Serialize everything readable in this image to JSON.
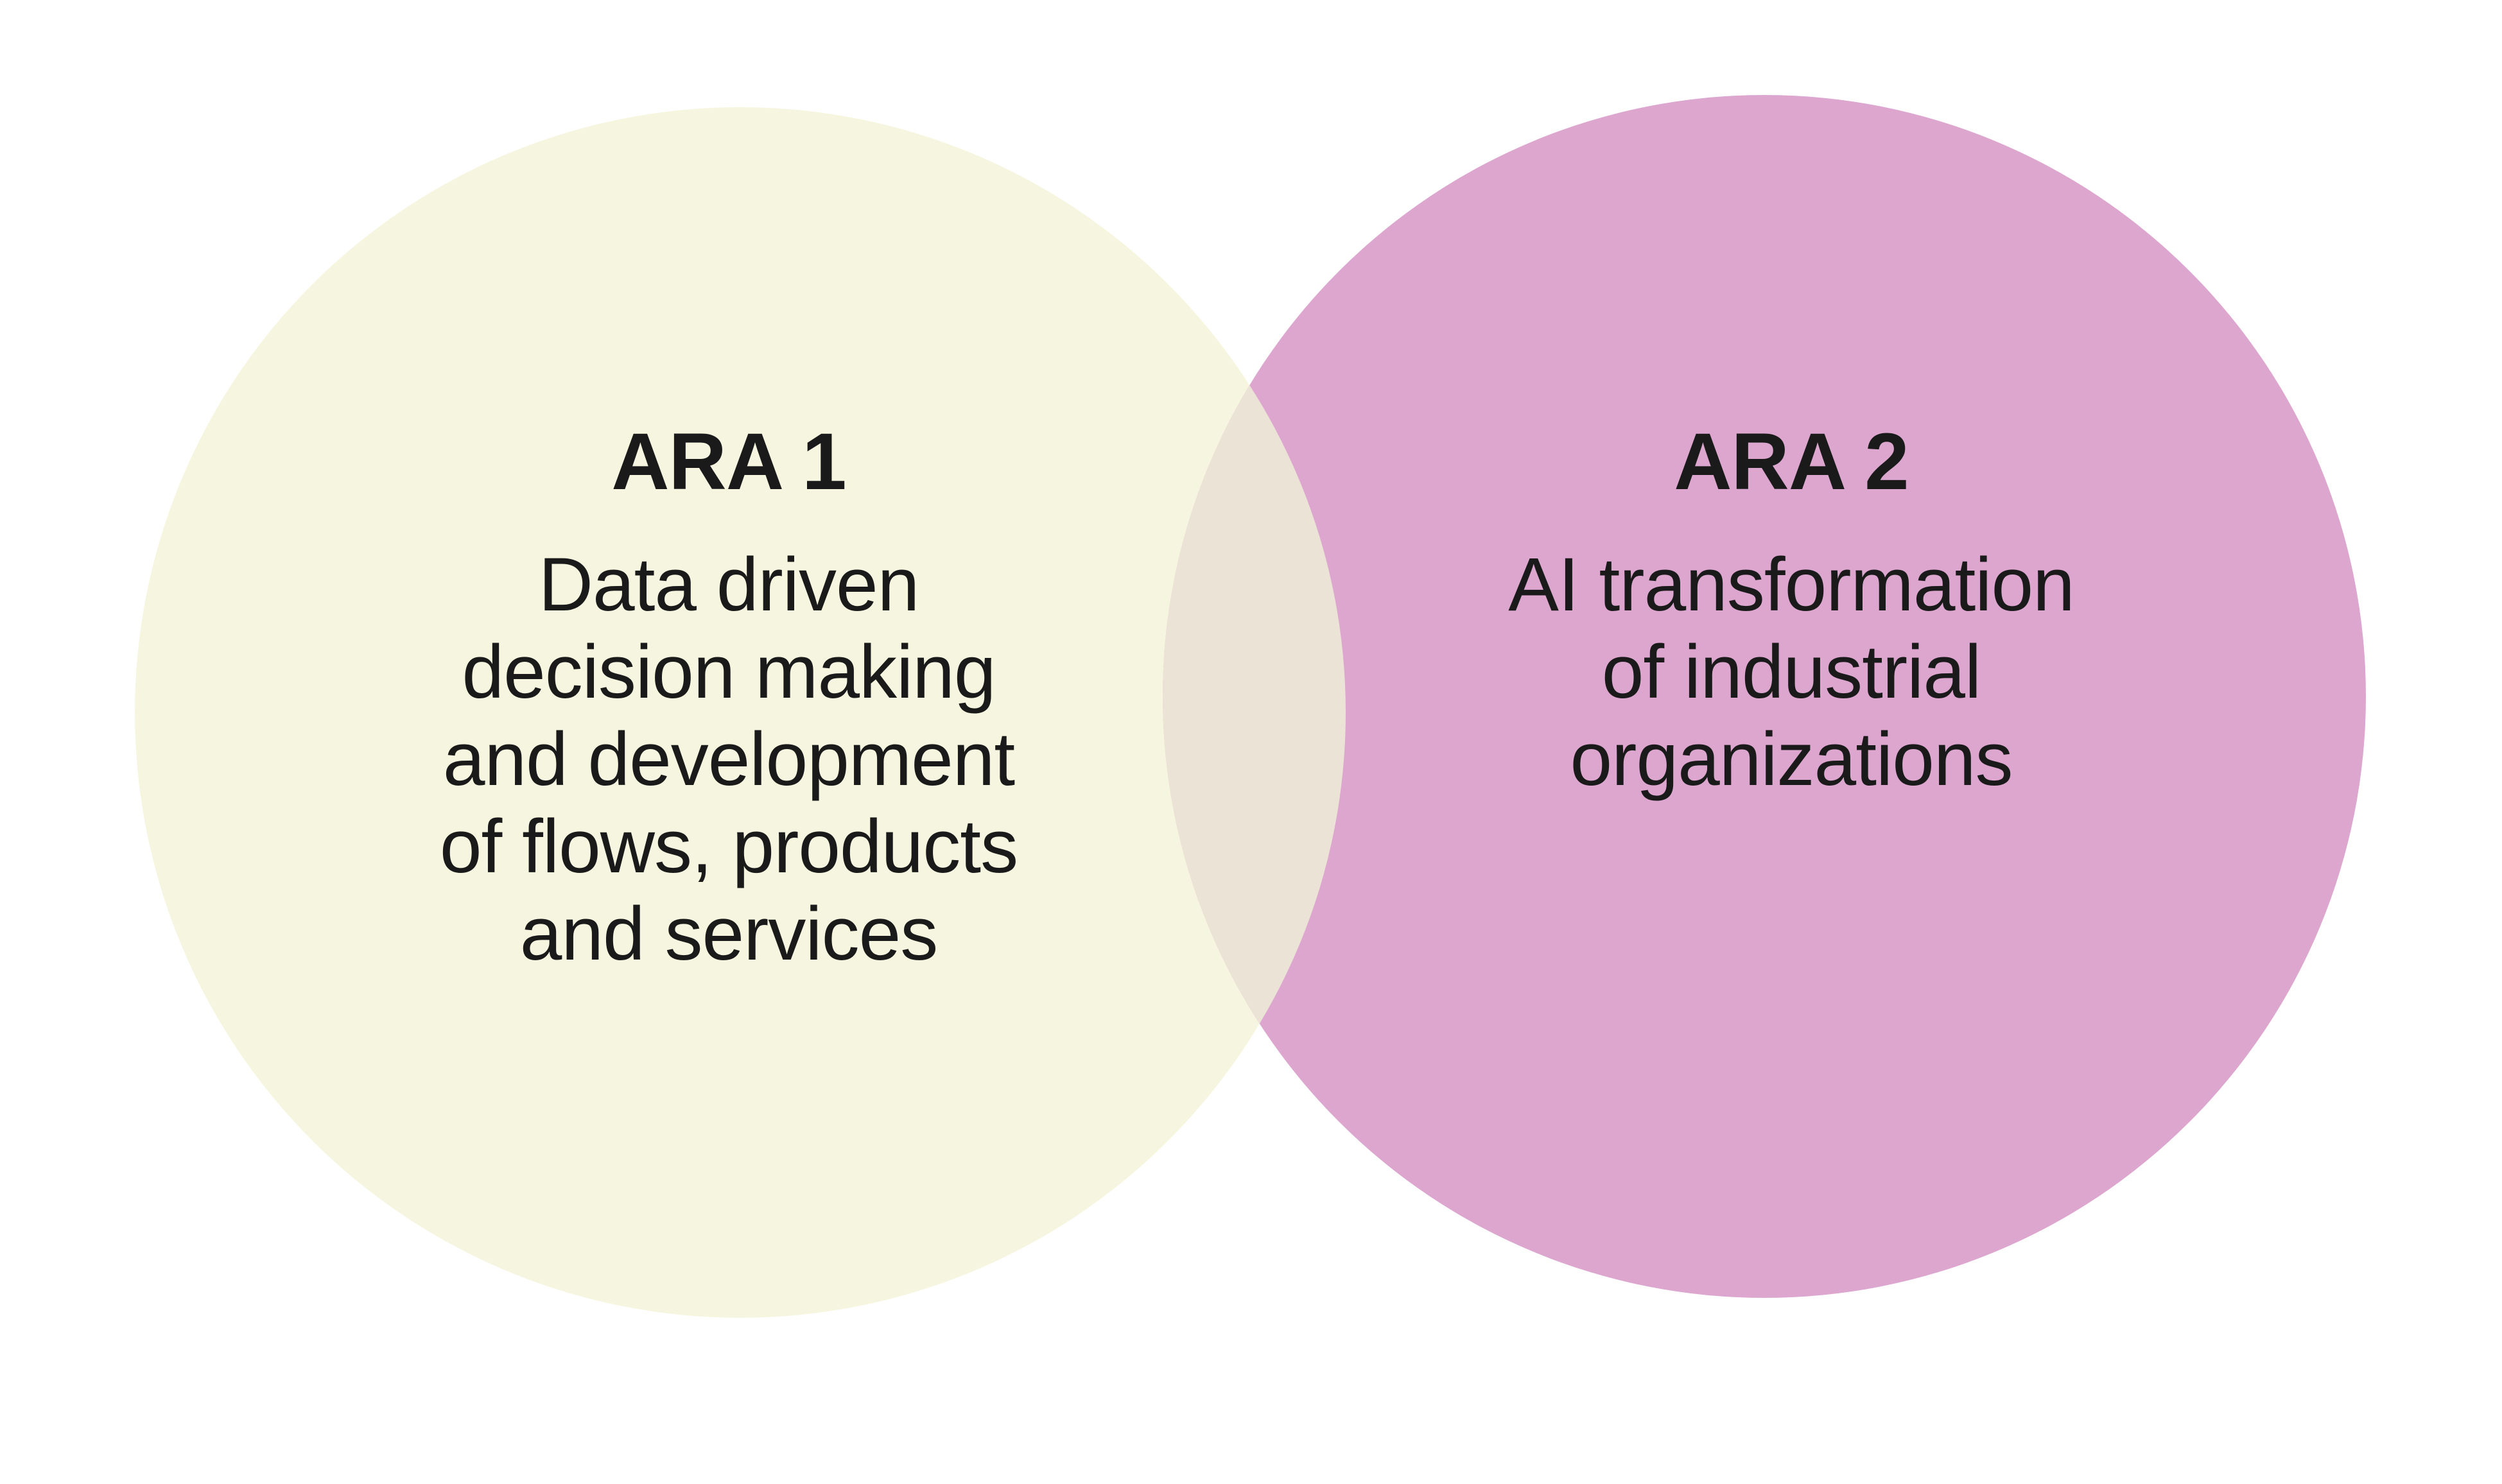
{
  "diagram": {
    "type": "venn",
    "background_color": "#ffffff",
    "text_color": "#1a1a1a",
    "left_circle": {
      "title": "ARA 1",
      "description": "Data driven\ndecision making\nand development\nof flows, products\nand services",
      "color": "#f6f6e0"
    },
    "right_circle": {
      "title": "ARA 2",
      "description": "AI transformation\nof industrial\norganizations",
      "color": "#dca6cf"
    },
    "overlap": {
      "color": "#ece3d7"
    }
  }
}
